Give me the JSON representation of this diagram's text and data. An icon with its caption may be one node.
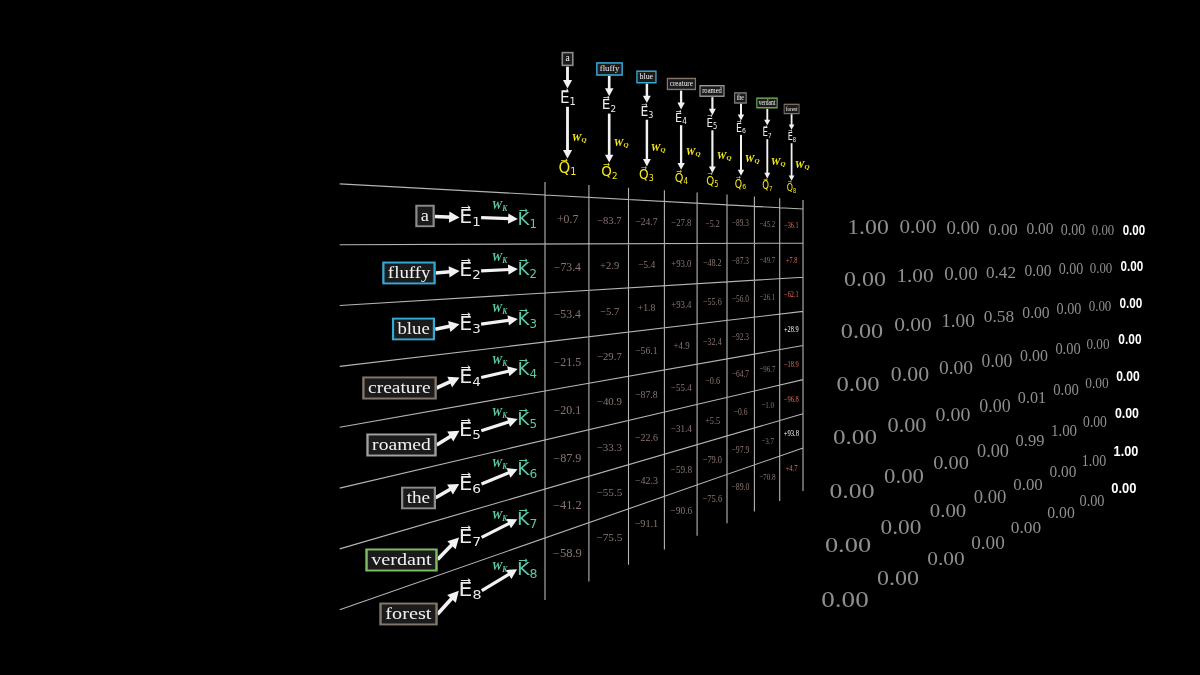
{
  "diagram": {
    "nodes": [
      {
        "text": [
          "a"
        ]
      },
      {
        "text": [
          "E⃗$_{1}$"
        ]
      },
      {
        "text": [
          "Q⃗$_{1}$"
        ]
      },
      {
        "text": [
          "fluffy"
        ]
      },
      {
        "text": [
          "E⃗$_{2}$"
        ]
      },
      {
        "text": [
          "Q⃗$_{2}$"
        ]
      },
      {
        "text": [
          "blue"
        ]
      },
      {
        "text": [
          "E⃗$_{3}$"
        ]
      },
      {
        "text": [
          "Q⃗$_{3}$"
        ]
      },
      {
        "text": [
          "creature"
        ]
      },
      {
        "text": [
          "E⃗$_{4}$"
        ]
      },
      {
        "text": [
          "Q⃗$_{4}$"
        ]
      },
      {
        "text": [
          "roamed"
        ]
      },
      {
        "text": [
          "E⃗$_{5}$"
        ]
      },
      {
        "text": [
          "Q⃗$_{5}$"
        ]
      },
      {
        "text": [
          "the"
        ]
      },
      {
        "text": [
          "E⃗$_{6}$"
        ]
      },
      {
        "text": [
          "Q⃗$_{6}$"
        ]
      },
      {
        "text": [
          "verdant"
        ]
      },
      {
        "text": [
          "E⃗$_{7}$"
        ]
      },
      {
        "text": [
          "Q⃗$_{7}$"
        ]
      },
      {
        "text": [
          "forest"
        ]
      },
      {
        "text": [
          "E⃗$_{8}$"
        ]
      },
      {
        "text": [
          "Q⃗$_{8}$"
        ]
      },
      {
        "text": [
          "a"
        ]
      },
      {
        "text": [
          "E⃗$_{1}$"
        ]
      },
      {
        "text": [
          "K⃗$_{1}$"
        ]
      },
      {
        "text": [
          "fluffy"
        ]
      },
      {
        "text": [
          "E⃗$_{2}$"
        ]
      },
      {
        "text": [
          "K⃗$_{2}$"
        ]
      },
      {
        "text": [
          "blue"
        ]
      },
      {
        "text": [
          "E⃗$_{3}$"
        ]
      },
      {
        "text": [
          "K⃗$_{3}$"
        ]
      },
      {
        "text": [
          "creature"
        ]
      },
      {
        "text": [
          "E⃗$_{4}$"
        ]
      },
      {
        "text": [
          "K⃗$_{4}$"
        ]
      },
      {
        "text": [
          "roamed"
        ]
      },
      {
        "text": [
          "E⃗$_{5}$"
        ]
      },
      {
        "text": [
          "K⃗$_{5}$"
        ]
      },
      {
        "text": [
          "the"
        ]
      },
      {
        "text": [
          "E⃗$_{6}$"
        ]
      },
      {
        "text": [
          "K⃗$_{6}$"
        ]
      },
      {
        "text": [
          "verdant"
        ]
      },
      {
        "text": [
          "E⃗$_{7}$"
        ]
      },
      {
        "text": [
          "K⃗$_{7}$"
        ]
      },
      {
        "text": [
          "forest"
        ]
      },
      {
        "text": [
          "E⃗$_{8}$"
        ]
      },
      {
        "text": [
          "K⃗$_{8}$"
        ]
      }
    ],
    "edges": [
      {
        "from": 0,
        "to": 1,
        "arrow": "to"
      },
      {
        "from": 1,
        "to": 2,
        "arrow": "to",
        "label": "W$_{Q}$"
      },
      {
        "from": 3,
        "to": 4,
        "arrow": "to"
      },
      {
        "from": 4,
        "to": 5,
        "arrow": "to",
        "label": "W$_{Q}$"
      },
      {
        "from": 6,
        "to": 7,
        "arrow": "to"
      },
      {
        "from": 7,
        "to": 8,
        "arrow": "to",
        "label": "W$_{Q}$"
      },
      {
        "from": 9,
        "to": 10,
        "arrow": "to"
      },
      {
        "from": 10,
        "to": 11,
        "arrow": "to",
        "label": "W$_{Q}$"
      },
      {
        "from": 12,
        "to": 13,
        "arrow": "to"
      },
      {
        "from": 13,
        "to": 14,
        "arrow": "to",
        "label": "W$_{Q}$"
      },
      {
        "from": 15,
        "to": 16,
        "arrow": "to"
      },
      {
        "from": 16,
        "to": 17,
        "arrow": "to",
        "label": "W$_{Q}$"
      },
      {
        "from": 18,
        "to": 19,
        "arrow": "to"
      },
      {
        "from": 19,
        "to": 20,
        "arrow": "to",
        "label": "W$_{Q}$"
      },
      {
        "from": 21,
        "to": 22,
        "arrow": "to"
      },
      {
        "from": 22,
        "to": 23,
        "arrow": "to",
        "label": "W$_{Q}$"
      },
      {
        "from": 24,
        "to": 25,
        "arrow": "to"
      },
      {
        "from": 25,
        "to": 26,
        "arrow": "to",
        "label": "W$_{K}$"
      },
      {
        "from": 27,
        "to": 28,
        "arrow": "to"
      },
      {
        "from": 28,
        "to": 29,
        "arrow": "to",
        "label": "W$_{K}$"
      },
      {
        "from": 30,
        "to": 31,
        "arrow": "to"
      },
      {
        "from": 31,
        "to": 32,
        "arrow": "to",
        "label": "W$_{K}$"
      },
      {
        "from": 33,
        "to": 34,
        "arrow": "to"
      },
      {
        "from": 34,
        "to": 35,
        "arrow": "to",
        "label": "W$_{K}$"
      },
      {
        "from": 36,
        "to": 37,
        "arrow": "to"
      },
      {
        "from": 37,
        "to": 38,
        "arrow": "to",
        "label": "W$_{K}$"
      },
      {
        "from": 39,
        "to": 40,
        "arrow": "to"
      },
      {
        "from": 40,
        "to": 41,
        "arrow": "to",
        "label": "W$_{K}$"
      },
      {
        "from": 42,
        "to": 43,
        "arrow": "to"
      },
      {
        "from": 43,
        "to": 44,
        "arrow": "to",
        "label": "W$_{K}$"
      },
      {
        "from": 45,
        "to": 46,
        "arrow": "to"
      },
      {
        "from": 46,
        "to": 47,
        "arrow": "to",
        "label": "W$_{K}$"
      }
    ],
    "labels": [
      "+0.7",
      "−83.7",
      "−24.7",
      "−27.8",
      "−5.2",
      "−89.3",
      "−45.2",
      "−36.1",
      "−73.4",
      "+2.9",
      "−5.4",
      "+93.0",
      "−48.2",
      "−87.3",
      "−49.7",
      "+7.8",
      "−53.4",
      "−5.7",
      "+1.8",
      "+93.4",
      "−55.6",
      "−56.0",
      "−26.1",
      "−62.1",
      "−21.5",
      "−29.7",
      "−56.1",
      "+4.9",
      "−32.4",
      "−92.3",
      "+28.9",
      "−20.1",
      "−40.9",
      "−87.8",
      "−55.4",
      "−0.6",
      "−64.7",
      "−96.7",
      "−18.9",
      "−87.9",
      "−33.3",
      "−22.6",
      "−31.4",
      "+5.5",
      "−0.6",
      "−1.0",
      "−96.8",
      "−41.2",
      "−55.5",
      "−42.3",
      "−59.8",
      "−79.0",
      "−97.9",
      "−3.7",
      "+93.8",
      "−58.9",
      "−75.5",
      "−91.1",
      "−90.6",
      "−75.6",
      "−89.0",
      "−70.8",
      "+4.7",
      "1.00",
      "0.00",
      "0.00",
      "0.00",
      "0.00",
      "0.00",
      "0.00",
      "0.00",
      "0.00",
      "1.00",
      "0.00",
      "0.42",
      "0.00",
      "0.00",
      "0.00",
      "0.00",
      "0.00",
      "0.00",
      "1.00",
      "0.58",
      "0.00",
      "0.00",
      "0.00",
      "0.00",
      "0.00",
      "0.00",
      "0.00",
      "0.00",
      "0.00",
      "0.00",
      "0.00",
      "0.00",
      "0.00",
      "0.00",
      "0.00",
      "0.00",
      "0.01",
      "0.00",
      "0.00",
      "0.00",
      "0.00",
      "0.00",
      "0.00",
      "0.00",
      "0.99",
      "1.00",
      "0.00",
      "0.00",
      "0.00",
      "0.00",
      "0.00",
      "0.00",
      "0.00",
      "0.00",
      "1.00",
      "1.00",
      "0.00",
      "0.00",
      "0.00",
      "0.00",
      "0.00",
      "0.00",
      "0.00",
      "0.00"
    ]
  }
}
